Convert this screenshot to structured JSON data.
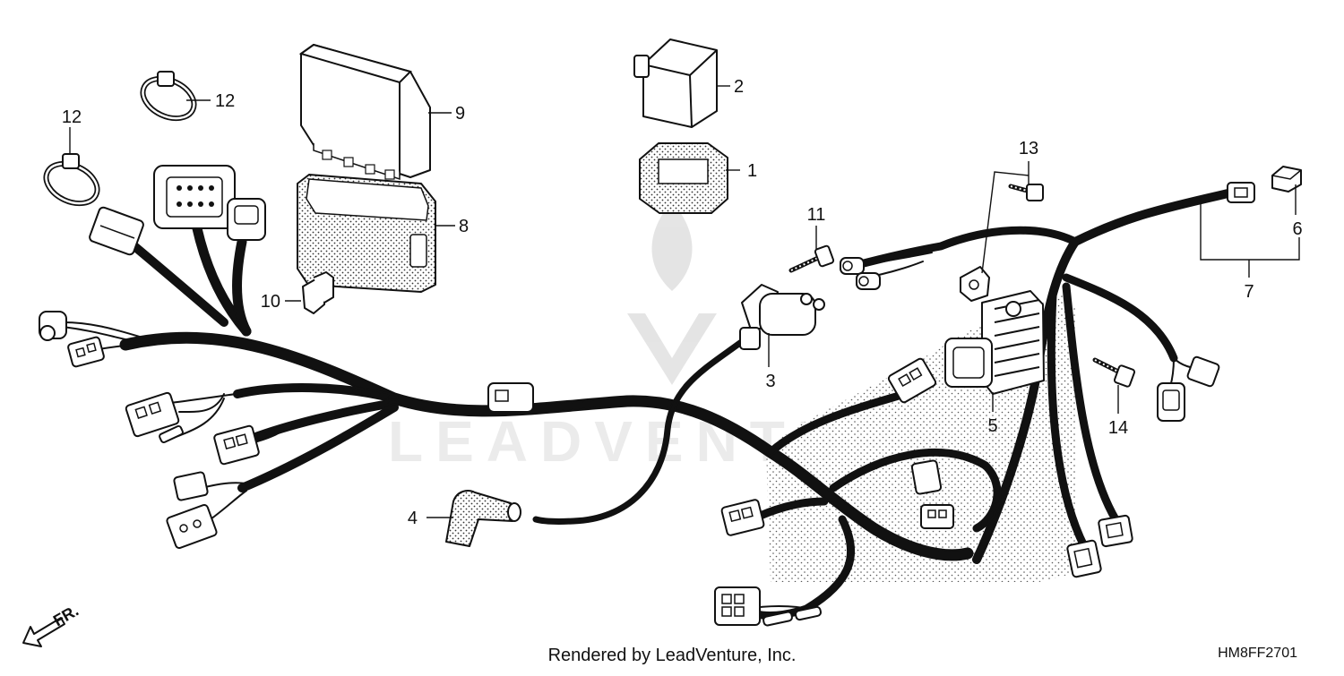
{
  "diagram": {
    "callouts": [
      {
        "id": "c1",
        "number": "1"
      },
      {
        "id": "c2",
        "number": "2"
      },
      {
        "id": "c3",
        "number": "3"
      },
      {
        "id": "c4",
        "number": "4"
      },
      {
        "id": "c5",
        "number": "5"
      },
      {
        "id": "c6",
        "number": "6"
      },
      {
        "id": "c7",
        "number": "7"
      },
      {
        "id": "c8",
        "number": "8"
      },
      {
        "id": "c9",
        "number": "9"
      },
      {
        "id": "c10",
        "number": "10"
      },
      {
        "id": "c11",
        "number": "11"
      },
      {
        "id": "c12a",
        "number": "12"
      },
      {
        "id": "c12b",
        "number": "12"
      },
      {
        "id": "c13",
        "number": "13"
      },
      {
        "id": "c14",
        "number": "14"
      }
    ],
    "front_indicator": "FR.",
    "watermark": "LEADVENTURE",
    "footer_credit": "Rendered by LeadVenture, Inc.",
    "diagram_code": "HM8FF2701"
  }
}
